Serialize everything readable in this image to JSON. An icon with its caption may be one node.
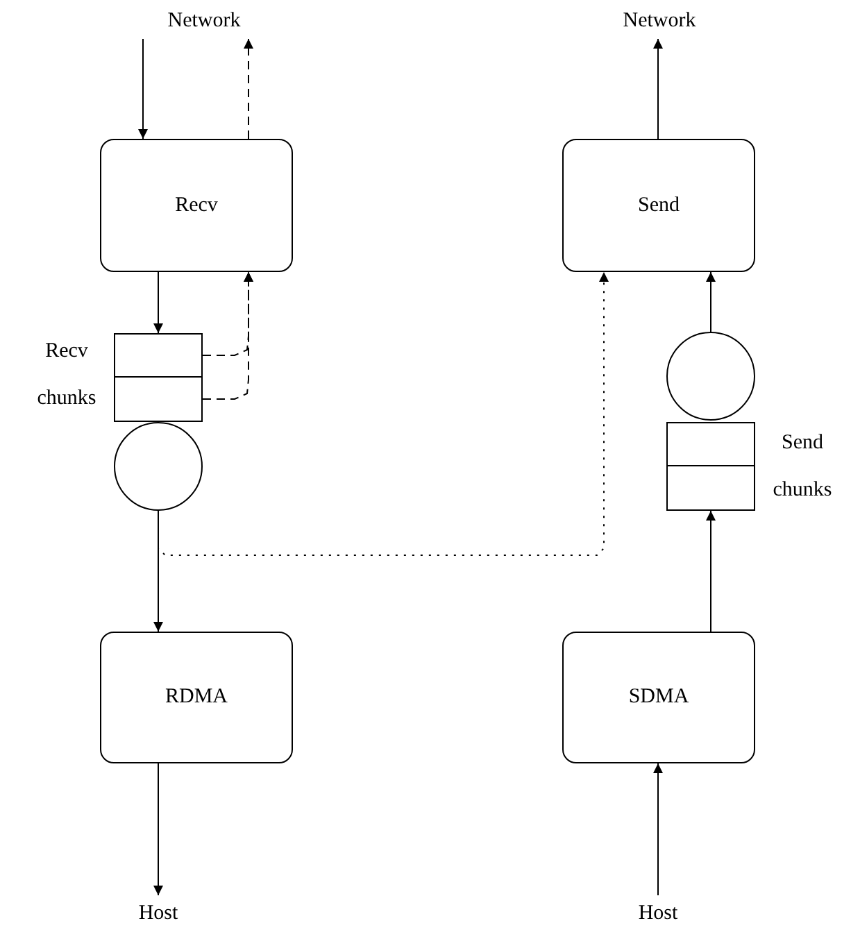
{
  "diagram": {
    "nodes": [
      {
        "text": [
          "Network"
        ]
      },
      {
        "text": [
          "Recv"
        ]
      },
      {
        "text": [],
        "shape": "box"
      },
      {
        "text": [],
        "shape": "box"
      },
      {
        "text": [],
        "shape": "circle"
      },
      {
        "text": [
          "RDMA"
        ]
      },
      {
        "text": [
          "Host"
        ]
      },
      {
        "text": [
          "Network"
        ]
      },
      {
        "text": [
          "Send"
        ]
      },
      {
        "text": [],
        "shape": "circle"
      },
      {
        "text": [],
        "shape": "box"
      },
      {
        "text": [],
        "shape": "box"
      },
      {
        "text": [
          "SDMA"
        ]
      },
      {
        "text": [
          "Host"
        ]
      }
    ],
    "edges": [
      {
        "from": 0,
        "to": 1,
        "arrow": "to"
      },
      {
        "from": 1,
        "to": 0,
        "arrow": "to",
        "style": "dashed"
      },
      {
        "from": 1,
        "to": 2,
        "arrow": "to"
      },
      {
        "from": 2,
        "to": 1,
        "arrow": "to",
        "style": "dashed"
      },
      {
        "from": 3,
        "to": 1,
        "arrow": "to",
        "style": "dashed"
      },
      {
        "from": 4,
        "to": 5,
        "arrow": "to"
      },
      {
        "from": 4,
        "to": 8,
        "arrow": "to",
        "style": "dashed"
      },
      {
        "from": 5,
        "to": 6,
        "arrow": "to"
      },
      {
        "from": 8,
        "to": 7,
        "arrow": "to"
      },
      {
        "from": 9,
        "to": 8,
        "arrow": "to"
      },
      {
        "from": 12,
        "to": 11,
        "arrow": "to"
      },
      {
        "from": 13,
        "to": 12,
        "arrow": "to"
      }
    ],
    "labels": [
      "Recv chunks",
      "Send chunks"
    ]
  }
}
